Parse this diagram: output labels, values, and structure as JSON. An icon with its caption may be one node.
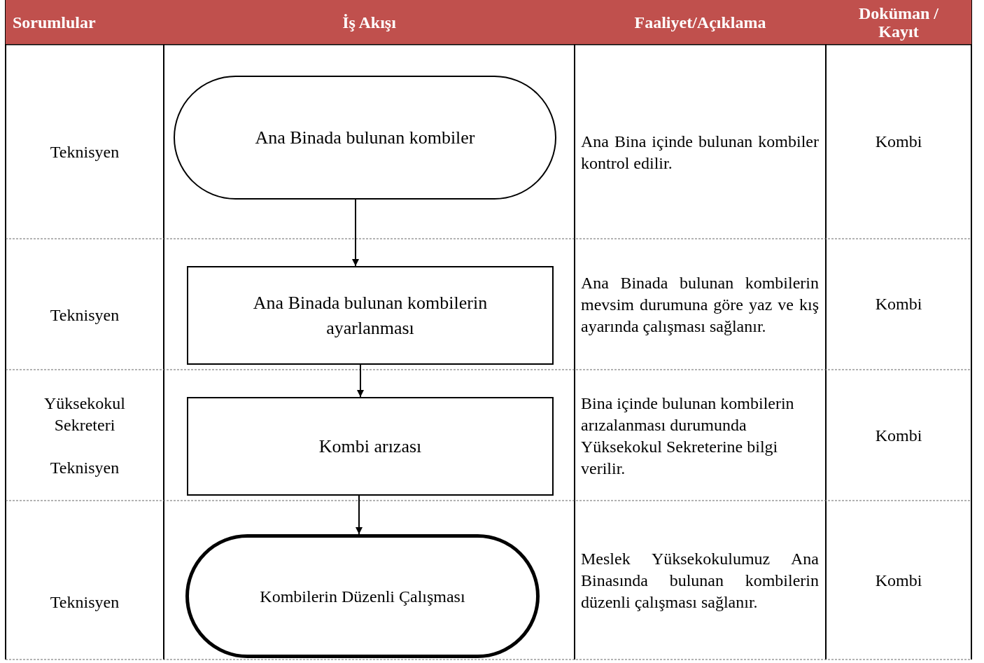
{
  "diagram": {
    "nodes": [
      {
        "text": [
          "Ana Binada bulunan kombiler"
        ]
      },
      {
        "text": [
          "Ana Binada bulunan kombilerin ayarlanması"
        ]
      },
      {
        "text": [
          "Kombi arızası"
        ]
      },
      {
        "text": [
          "Kombilerin Düzenli Çalışması"
        ]
      }
    ],
    "edges": [
      {
        "from": 0,
        "to": 1,
        "arrow": "to"
      },
      {
        "from": 1,
        "to": 2,
        "arrow": "to"
      },
      {
        "from": 2,
        "to": 3,
        "arrow": "to"
      }
    ],
    "labels": [
      "Sorumlular",
      "İş Akışı",
      "Faaliyet/Açıklama",
      "Doküman / Kayıt",
      "Teknisyen",
      "Ana Bina içinde bulunan kombiler kontrol edilir.",
      "Kombi",
      "Teknisyen",
      "Ana Binada bulunan kombilerin mevsim durumuna göre yaz ve kış ayarında çalışması sağlanır.",
      "Kombi",
      "Yüksekokul Sekreteri",
      "Teknisyen",
      "Bina içinde bulunan kombilerin arızalanması durumunda Yüksekokul Sekreterine bilgi verilir.",
      "Kombi",
      "Teknisyen",
      "Meslek Yüksekokulumuz Ana Binasında bulunan kombilerin düzenli çalışması sağlanır.",
      "Kombi"
    ]
  }
}
